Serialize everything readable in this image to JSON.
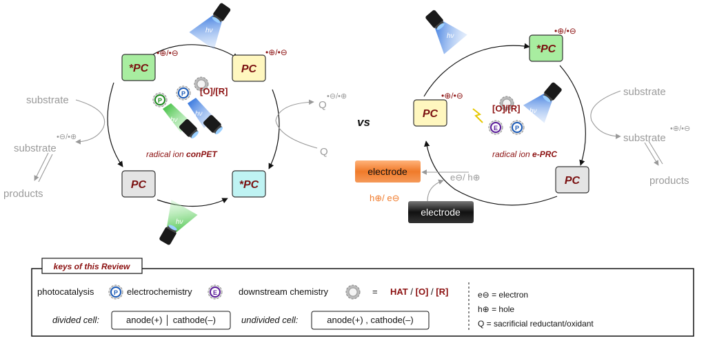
{
  "left": {
    "pc_top_left": "*PC",
    "pc_top_right": "PC",
    "pc_bottom_left": "PC",
    "pc_bottom_right": "*PC",
    "charge_top_left": "•⊕/•⊖",
    "charge_top_right": "•⊕/•⊖",
    "substrate_in": "substrate",
    "substrate_out": "substrate",
    "substrate_out_charge": "•⊖/•⊕",
    "products": "products",
    "q": "Q",
    "q_radical": "Q",
    "q_charge": "•⊖/•⊕",
    "o_r": "[O]/[R]",
    "hv": "hν",
    "caption_prefix": "radical ion ",
    "caption_bold": "conPET"
  },
  "vs": "vs",
  "right": {
    "pc_top": "*PC",
    "pc_left": "PC",
    "pc_right": "PC",
    "charge_top": "•⊕/•⊖",
    "charge_left": "•⊕/•⊖",
    "substrate_in": "substrate",
    "substrate_out": "substrate",
    "substrate_out_charge": "•⊕/•⊖",
    "products": "products",
    "o_r": "[O]/[R]",
    "hv": "hν",
    "caption_prefix": "radical ion ",
    "caption_bold": "e-PRC",
    "electrode_orange": "electrode",
    "electrode_black": "electrode",
    "e_h": "e⊖/ h⊕",
    "h_e": "h⊕/ e⊖"
  },
  "keys": {
    "title": "keys of this Review",
    "photocatalysis": "photocatalysis",
    "electrochemistry": "electrochemistry",
    "downstream": "downstream chemistry",
    "equals": "=",
    "hat": "HAT",
    "slash1": " / ",
    "o": "[O]",
    "slash2": " / ",
    "r": "[R]",
    "electron": "e⊖ = electron",
    "hole": "h⊕ = hole",
    "q_def": "Q = sacrificial reductant/oxidant",
    "divided": "divided cell:",
    "divided_box": "anode(+)  │  cathode(–)",
    "undivided": "undivided cell:",
    "undivided_box": "anode(+) , cathode(–)",
    "p_letter": "P",
    "e_letter": "E"
  },
  "colors": {
    "green_box": "#a8eda0",
    "yellow_box": "#fff7bf",
    "grey_box": "#e4e4e4",
    "cyan_box": "#bff3f3",
    "dark_red": "#8b1010",
    "orange": "#f07a2a"
  }
}
